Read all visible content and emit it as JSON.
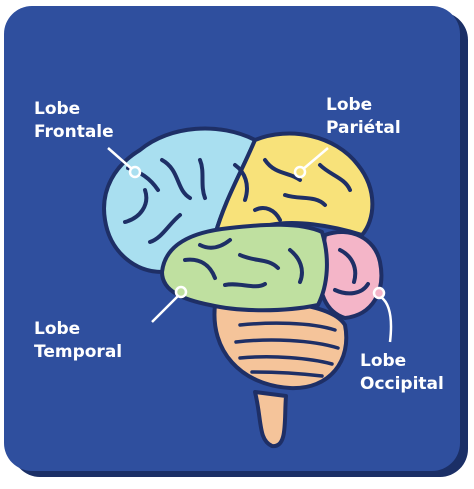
{
  "labels": {
    "frontal": {
      "line1": "Lobe",
      "line2": "Frontale"
    },
    "parietal": {
      "line1": "Lobe",
      "line2": "Pariétal"
    },
    "temporal": {
      "line1": "Lobe",
      "line2": "Temporal"
    },
    "occipital": {
      "line1": "Lobe",
      "line2": "Occipital"
    }
  },
  "colors": {
    "background": "#2f4f9e",
    "shadow": "#1b2f66",
    "frontal_lobe": "#a9dff0",
    "parietal_lobe": "#f8e27a",
    "temporal_lobe": "#bfe0a0",
    "occipital_lobe": "#f4b5c8",
    "cerebellum_brainstem": "#f5c49a",
    "outline": "#1e2f66",
    "text": "#ffffff"
  }
}
